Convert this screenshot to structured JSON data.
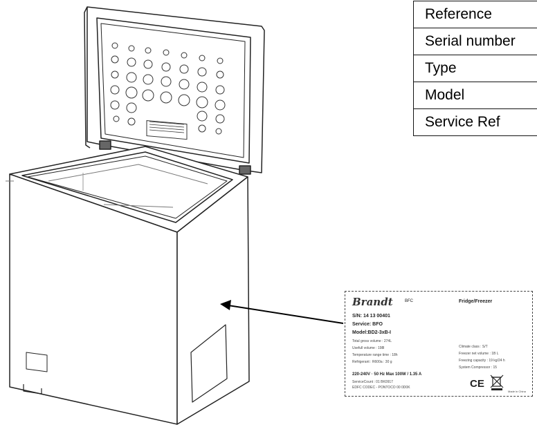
{
  "table": {
    "rows": [
      "Reference",
      "Serial number",
      "Type",
      "Model",
      "Service Ref"
    ]
  },
  "label": {
    "brand": "Brandt",
    "brand_sub": "BFC",
    "product_type": "Fridge/Freezer",
    "serial": "S/N: 14 13 00401",
    "service": "Service: BFO",
    "model": "Model:BD2-3xB-I",
    "left_lines": [
      "Total gross volume : 274L",
      "Usefull volume : 198l",
      "Temperature range time : 18h",
      "Refrigerant : R600a : 30 g"
    ],
    "electrical": "220-240V · 50 Hz  Max 100W / 1.35 A",
    "service_lines": [
      "ServiceCount : 01 BK0917",
      "EDFC CODEC - PONTOCO 00 0D0K"
    ],
    "right_lines": [
      "Climate class : S/T",
      "Freezer net volume : 1B L",
      "Freezing capacity : 19 kg/24 h",
      "System Compressor : 15"
    ],
    "ce_mark": "CE",
    "made_in": "Made in China"
  },
  "icons": [
    "freezer-illustration",
    "pointer-arrow",
    "weee-bin-icon"
  ]
}
